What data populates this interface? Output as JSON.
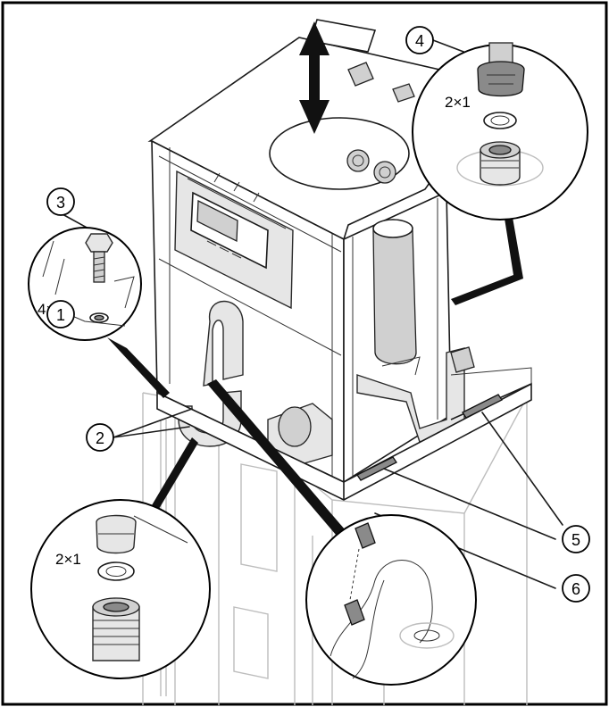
{
  "figure": {
    "border_color": "#000000",
    "callouts": [
      {
        "id": "1",
        "label": "1"
      },
      {
        "id": "2",
        "label": "2"
      },
      {
        "id": "3",
        "label": "3"
      },
      {
        "id": "4",
        "label": "4"
      },
      {
        "id": "5",
        "label": "5"
      },
      {
        "id": "6",
        "label": "6"
      }
    ],
    "quantity_labels": {
      "detail_1": "2×1",
      "detail_3": "4×1",
      "detail_4": "2×1"
    },
    "icons": [
      "double-arrow-icon"
    ]
  }
}
